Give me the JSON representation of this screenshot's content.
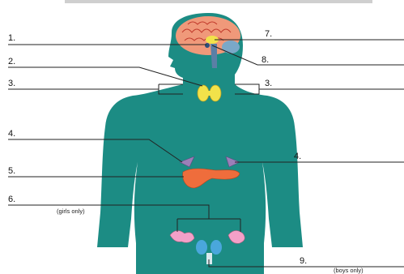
{
  "labels": {
    "l1": "1.",
    "l2": "2.",
    "l3_left": "3.",
    "l3_right": "3.",
    "l4_left": "4.",
    "l4_right": "4.",
    "l5": "5.",
    "l6": "6.",
    "l7": "7.",
    "l8": "8.",
    "l9": "9."
  },
  "notes": {
    "girls": "(girls only)",
    "boys": "(boys only)"
  },
  "colors": {
    "body": "#1c8c84",
    "brain": "#f0997a",
    "pancreas": "#ef6d3c",
    "thyroid": "#f2e24a",
    "adrenal": "#9b7fb8",
    "ovary": "#f3a0c8",
    "testes": "#4aa7dc"
  }
}
